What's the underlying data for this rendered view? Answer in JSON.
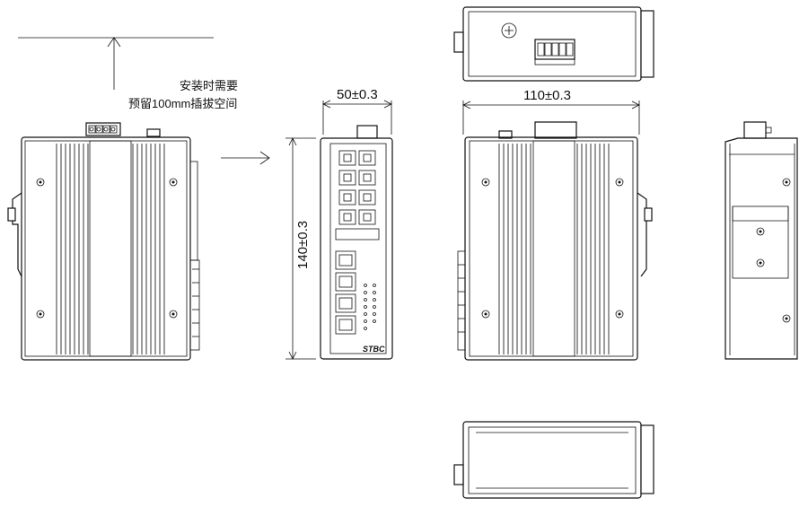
{
  "notes": {
    "install_line1": "安装时需要",
    "install_line2": "预留100mm插拔空间"
  },
  "dimensions": {
    "width": "50±0.3",
    "depth": "110±0.3",
    "height": "140±0.3"
  },
  "brand": "STBC"
}
